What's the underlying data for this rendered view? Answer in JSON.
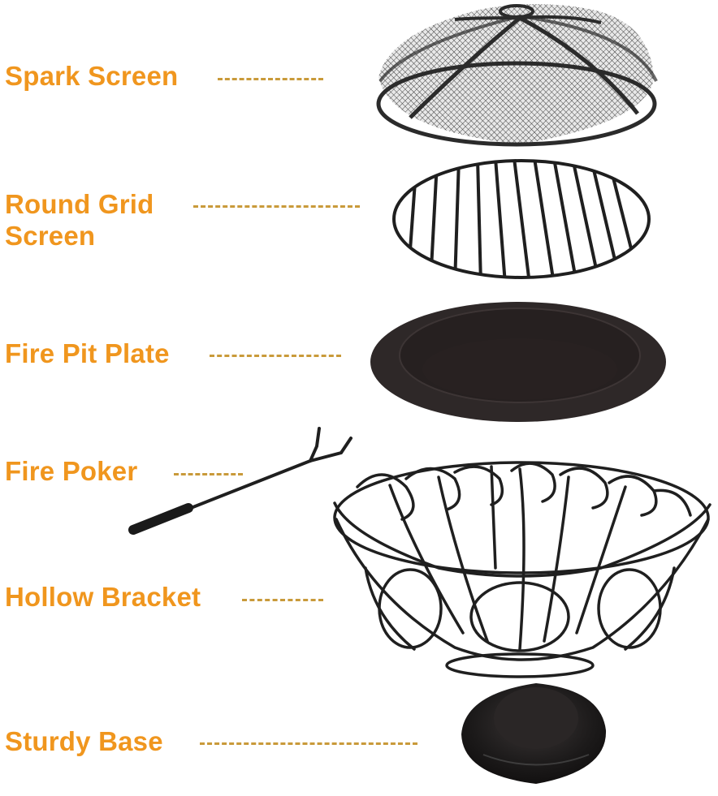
{
  "diagram": {
    "type": "exploded-parts-view",
    "label_color": "#f0961e",
    "leader_color": "#c99a3a",
    "parts_color": "#231f1f",
    "parts": [
      {
        "id": "spark-screen",
        "label": "Spark Screen"
      },
      {
        "id": "round-grid-screen",
        "label_line1": "Round Grid",
        "label_line2": "Screen"
      },
      {
        "id": "fire-pit-plate",
        "label": "Fire Pit Plate"
      },
      {
        "id": "fire-poker",
        "label": "Fire Poker"
      },
      {
        "id": "hollow-bracket",
        "label": "Hollow Bracket"
      },
      {
        "id": "sturdy-base",
        "label": "Sturdy Base"
      }
    ]
  }
}
